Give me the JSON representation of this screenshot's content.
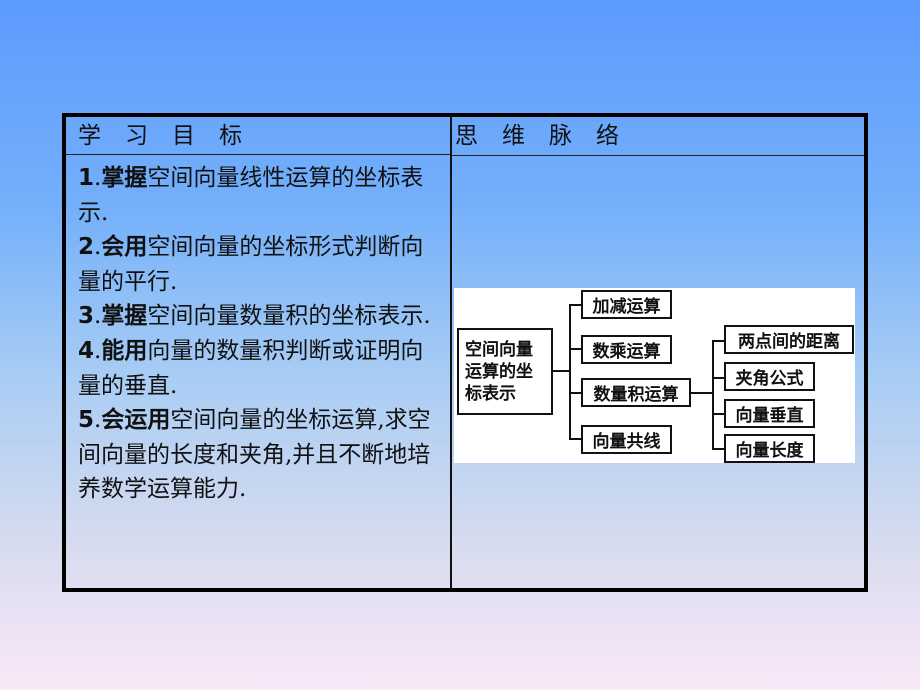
{
  "table": {
    "header_left": "学习目标",
    "header_right": "思维脉络",
    "goals": [
      {
        "num": "1",
        "verb": "掌握",
        "text": "空间向量线性运算的坐标表示."
      },
      {
        "num": "2",
        "verb": "会用",
        "text": "空间向量的坐标形式判断向量的平行."
      },
      {
        "num": "3",
        "verb": "掌握",
        "text": "空间向量数量积的坐标表示."
      },
      {
        "num": "4",
        "verb": "能用",
        "text": "向量的数量积判断或证明向量的垂直."
      },
      {
        "num": "5",
        "verb": "会运用",
        "text": "空间向量的坐标运算,求空间向量的长度和夹角,并且不断地培养数学运算能力."
      }
    ]
  },
  "diagram": {
    "root": "空间向量运算的坐标表示",
    "root_lines": [
      "空间向量",
      "运算的坐",
      "标表示"
    ],
    "level1": [
      "加减运算",
      "数乘运算",
      "数量积运算",
      "向量共线"
    ],
    "level2": [
      "两点间的距离",
      "夹角公式",
      "向量垂直",
      "向量长度"
    ]
  }
}
